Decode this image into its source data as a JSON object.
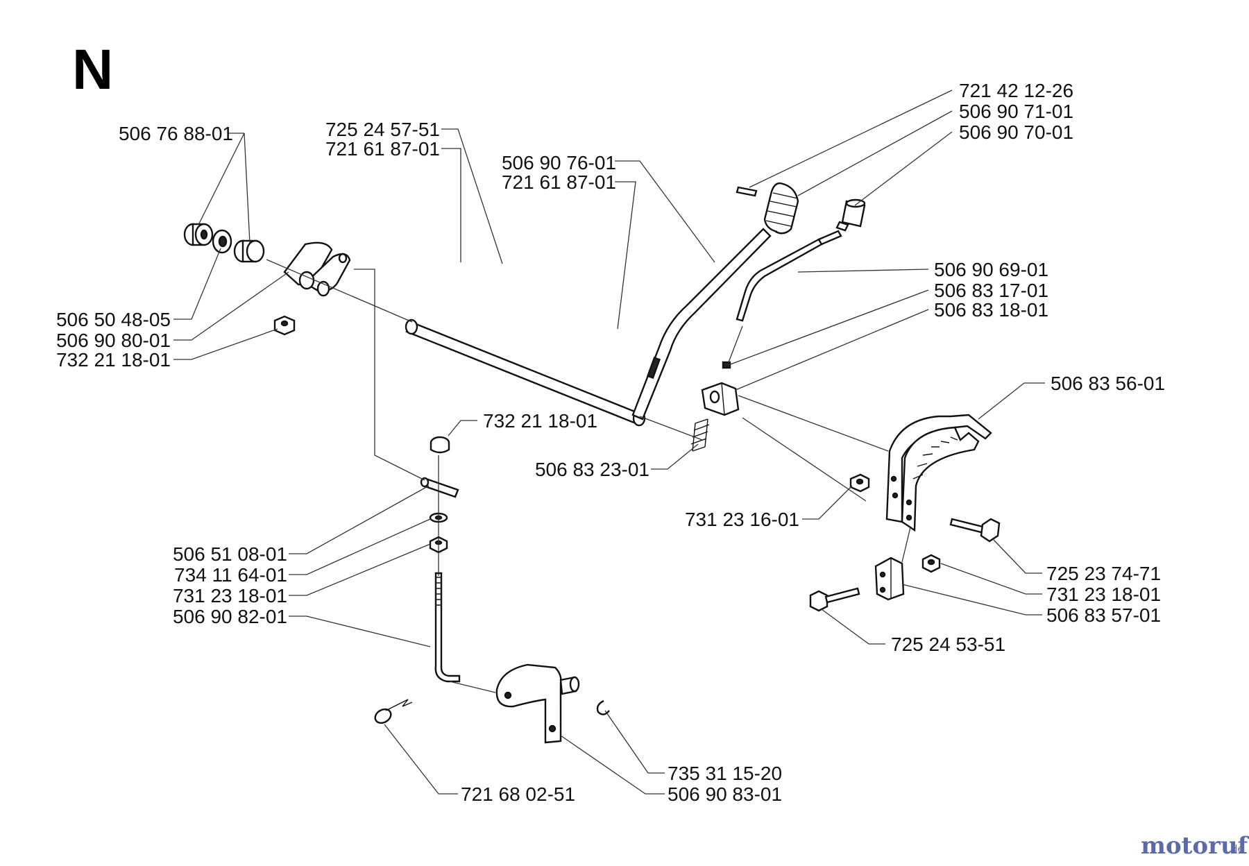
{
  "sheet_letter": "N",
  "watermark": {
    "brand": "motoruf",
    "suffix": ".de"
  },
  "labels": {
    "l01": "506 76 88-01",
    "l02": "725 24 57-51",
    "l03": "721 61 87-01",
    "l04": "506 90 76-01",
    "l05": "721 61 87-01",
    "l06": "721 42 12-26",
    "l07": "506 90 71-01",
    "l08": "506 90 70-01",
    "l09": "506 90 69-01",
    "l10": "506 83 17-01",
    "l11": "506 83 18-01",
    "l12": "506 50 48-05",
    "l13": "506 90 80-01",
    "l14": "732 21 18-01",
    "l15": "506 83 56-01",
    "l16": "732 21 18-01",
    "l17": "506 83 23-01",
    "l18": "731 23 16-01",
    "l19": "506 51 08-01",
    "l20": "734 11 64-01",
    "l21": "731 23 18-01",
    "l22": "506 90 82-01",
    "l23": "725 23 74-71",
    "l24": "731 23 18-01",
    "l25": "506 83 57-01",
    "l26": "725 24 53-51",
    "l27": "735 31 15-20",
    "l28": "721 68 02-51",
    "l29": "506 90 83-01"
  }
}
